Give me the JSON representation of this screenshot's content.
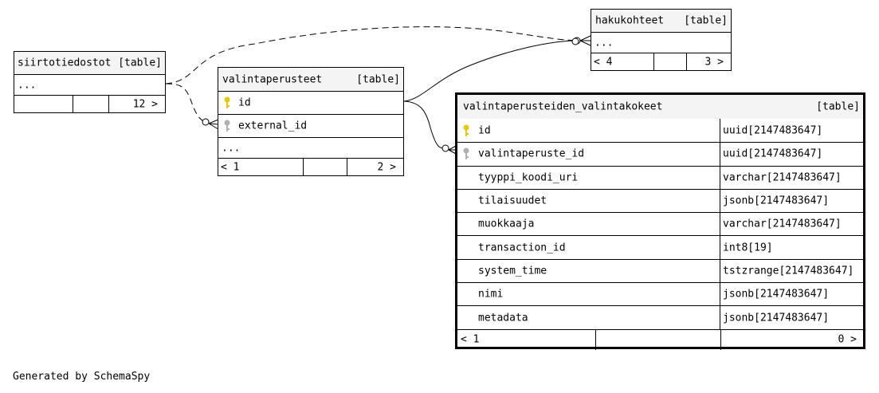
{
  "tables": {
    "siirtotiedostot": {
      "name": "siirtotiedostot",
      "kind": "[table]",
      "rows": [
        {
          "label": "..."
        }
      ],
      "footer": {
        "left": "",
        "middle": "",
        "right": "12 >"
      }
    },
    "valintaperusteet": {
      "name": "valintaperusteet",
      "kind": "[table]",
      "rows": [
        {
          "label": "id",
          "key": "primary"
        },
        {
          "label": "external_id",
          "key": "foreign"
        },
        {
          "label": "..."
        }
      ],
      "footer": {
        "left": "< 1",
        "middle": "",
        "right": "2 >"
      }
    },
    "hakukohteet": {
      "name": "hakukohteet",
      "kind": "[table]",
      "rows": [
        {
          "label": "..."
        }
      ],
      "footer": {
        "left": "< 4",
        "middle": "",
        "right": "3 >"
      }
    },
    "valintaperusteiden_valintakokeet": {
      "name": "valintaperusteiden_valintakokeet",
      "kind": "[table]",
      "columns": [
        {
          "name": "id",
          "type": "uuid[2147483647]",
          "key": "primary"
        },
        {
          "name": "valintaperuste_id",
          "type": "uuid[2147483647]",
          "key": "foreign"
        },
        {
          "name": "tyyppi_koodi_uri",
          "type": "varchar[2147483647]",
          "key": ""
        },
        {
          "name": "tilaisuudet",
          "type": "jsonb[2147483647]",
          "key": ""
        },
        {
          "name": "muokkaaja",
          "type": "varchar[2147483647]",
          "key": ""
        },
        {
          "name": "transaction_id",
          "type": "int8[19]",
          "key": ""
        },
        {
          "name": "system_time",
          "type": "tstzrange[2147483647]",
          "key": ""
        },
        {
          "name": "nimi",
          "type": "jsonb[2147483647]",
          "key": ""
        },
        {
          "name": "metadata",
          "type": "jsonb[2147483647]",
          "key": ""
        }
      ],
      "footer": {
        "left": "< 1",
        "middle": "",
        "right": "0 >"
      }
    }
  },
  "relationships": [
    {
      "from": "siirtotiedostot",
      "to": "hakukohteet",
      "style": "dashed"
    },
    {
      "from": "siirtotiedostot",
      "to": "valintaperusteet.external_id",
      "style": "dashed"
    },
    {
      "from": "valintaperusteet.id",
      "to": "hakukohteet",
      "style": "solid"
    },
    {
      "from": "valintaperusteet.id",
      "to": "valintaperusteiden_valintakokeet.valintaperuste_id",
      "style": "solid"
    }
  ],
  "colors": {
    "primary_key": "#e6c800",
    "foreign_key": "#b0b0b0",
    "header_bg": "#f4f4f4"
  },
  "footer_note": "Generated by SchemaSpy"
}
